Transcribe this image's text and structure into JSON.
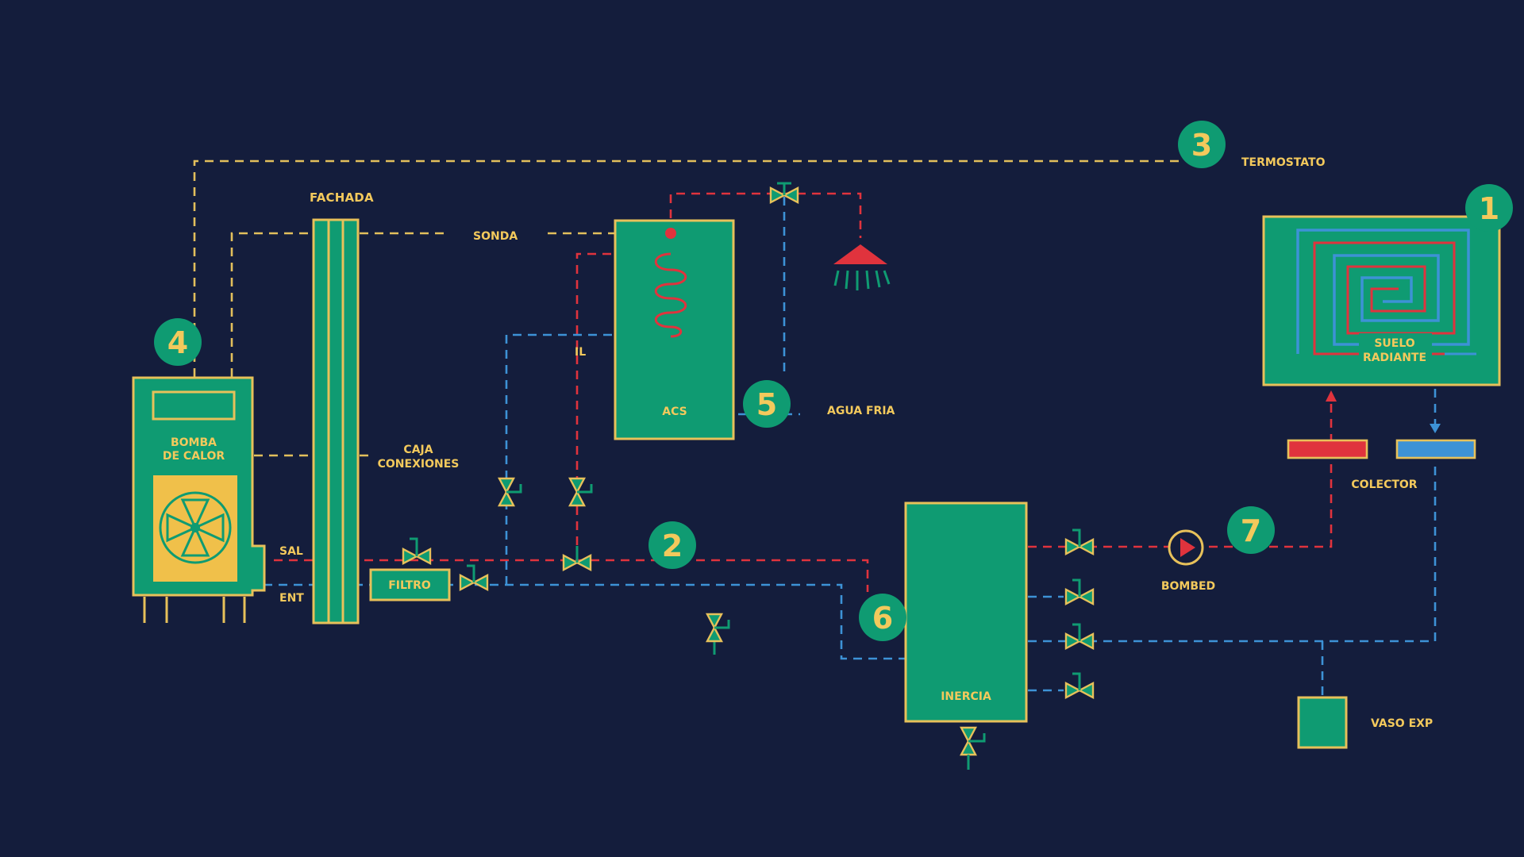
{
  "labels": {
    "termostato": "TERMOSTATO",
    "fachada": "FACHADA",
    "sonda": "SONDA",
    "bomba_line1": "BOMBA",
    "bomba_line2": "DE CALOR",
    "caja_line1": "CAJA",
    "caja_line2": "CONEXIONES",
    "sal": "SAL",
    "ent": "ENT",
    "filtro": "FILTRO",
    "acs": "ACS",
    "agua_fria": "AGUA FRIA",
    "il": "IL",
    "inercia": "INERCIA",
    "bombed": "BOMBED",
    "colector": "COLECTOR",
    "vaso_exp": "VASO EXP",
    "suelo_line1": "SUELO",
    "suelo_line2": "RADIANTE"
  },
  "markers": {
    "m1": "1",
    "m2": "2",
    "m3": "3",
    "m4": "4",
    "m5": "5",
    "m6": "6",
    "m7": "7"
  },
  "colors": {
    "background": "#141d3c",
    "component": "#0f9b72",
    "outline": "#e7c15a",
    "control_line": "#e2bf5c",
    "hot_line": "#e0333d",
    "cold_line": "#3d92d6",
    "fan_panel": "#f0c04a"
  }
}
